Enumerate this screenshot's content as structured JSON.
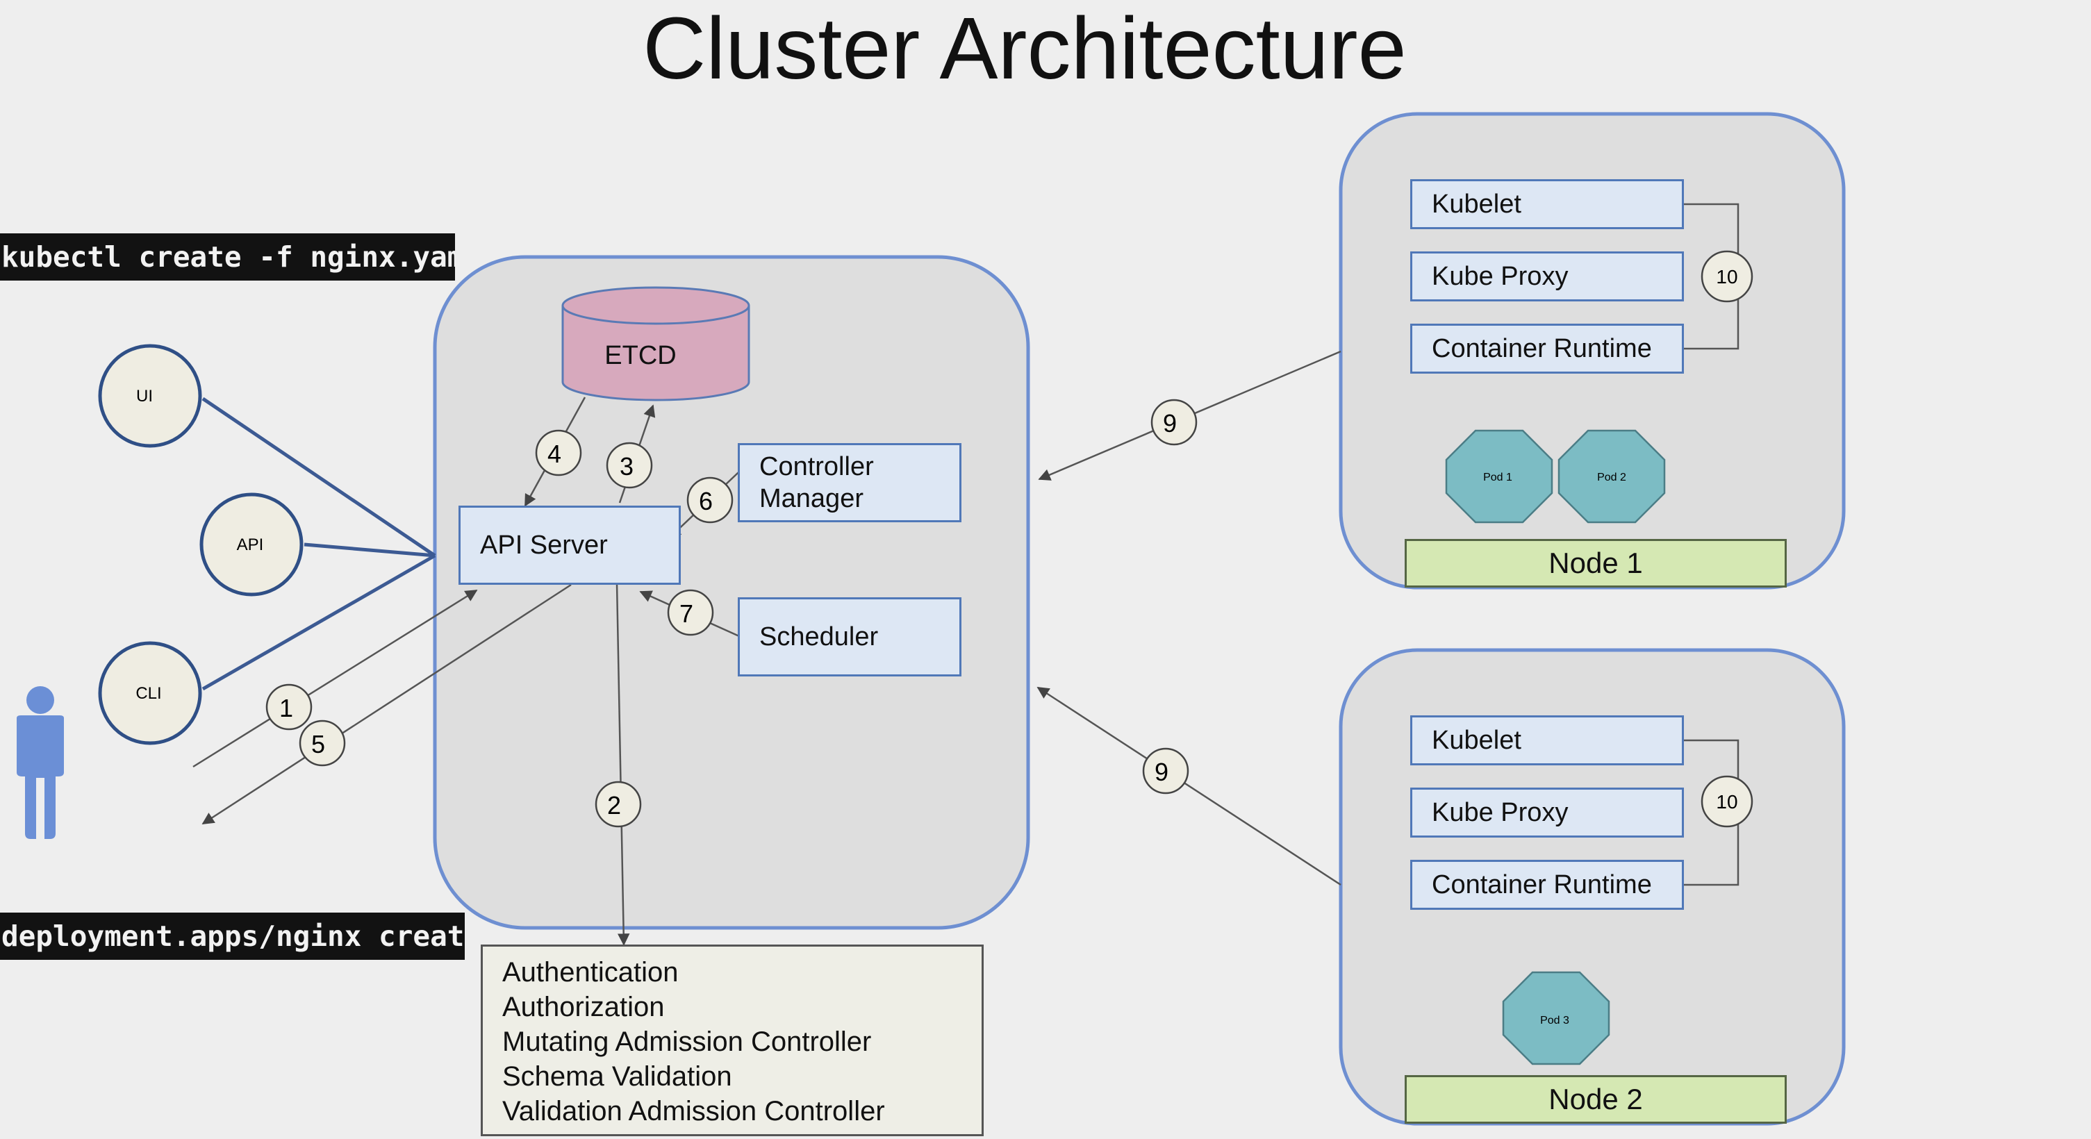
{
  "title": "Cluster Architecture",
  "terminal": {
    "command": "kubectl create -f nginx.yaml",
    "output": "deployment.apps/nginx created"
  },
  "clients": [
    {
      "label": "UI"
    },
    {
      "label": "API"
    },
    {
      "label": "CLI"
    }
  ],
  "control_plane": {
    "etcd": "ETCD",
    "api_server": "API Server",
    "controller_manager": [
      "Controller",
      "Manager"
    ],
    "scheduler": "Scheduler"
  },
  "admission_steps": [
    "Authentication",
    "Authorization",
    "Mutating Admission Controller",
    "Schema Validation",
    "Validation Admission Controller"
  ],
  "nodes": [
    {
      "label": "Node 1",
      "components": [
        "Kubelet",
        "Kube Proxy",
        "Container Runtime"
      ],
      "step": "10",
      "pods": [
        "Pod 1",
        "Pod 2"
      ]
    },
    {
      "label": "Node 2",
      "components": [
        "Kubelet",
        "Kube Proxy",
        "Container Runtime"
      ],
      "step": "10",
      "pods": [
        "Pod 3"
      ]
    }
  ],
  "steps": {
    "s1": "1",
    "s2": "2",
    "s3": "3",
    "s4": "4",
    "s5": "5",
    "s6": "6",
    "s7": "7",
    "s9a": "9",
    "s9b": "9"
  },
  "colors": {
    "panel_fill": "#dedede",
    "panel_border": "#6e8fd1",
    "etcd_fill": "#d7a9bd",
    "component_fill": "#dde7f4",
    "pod_fill": "#7cbcc4",
    "node_label_fill": "#d5e8b3",
    "person": "#6b8fd6"
  }
}
